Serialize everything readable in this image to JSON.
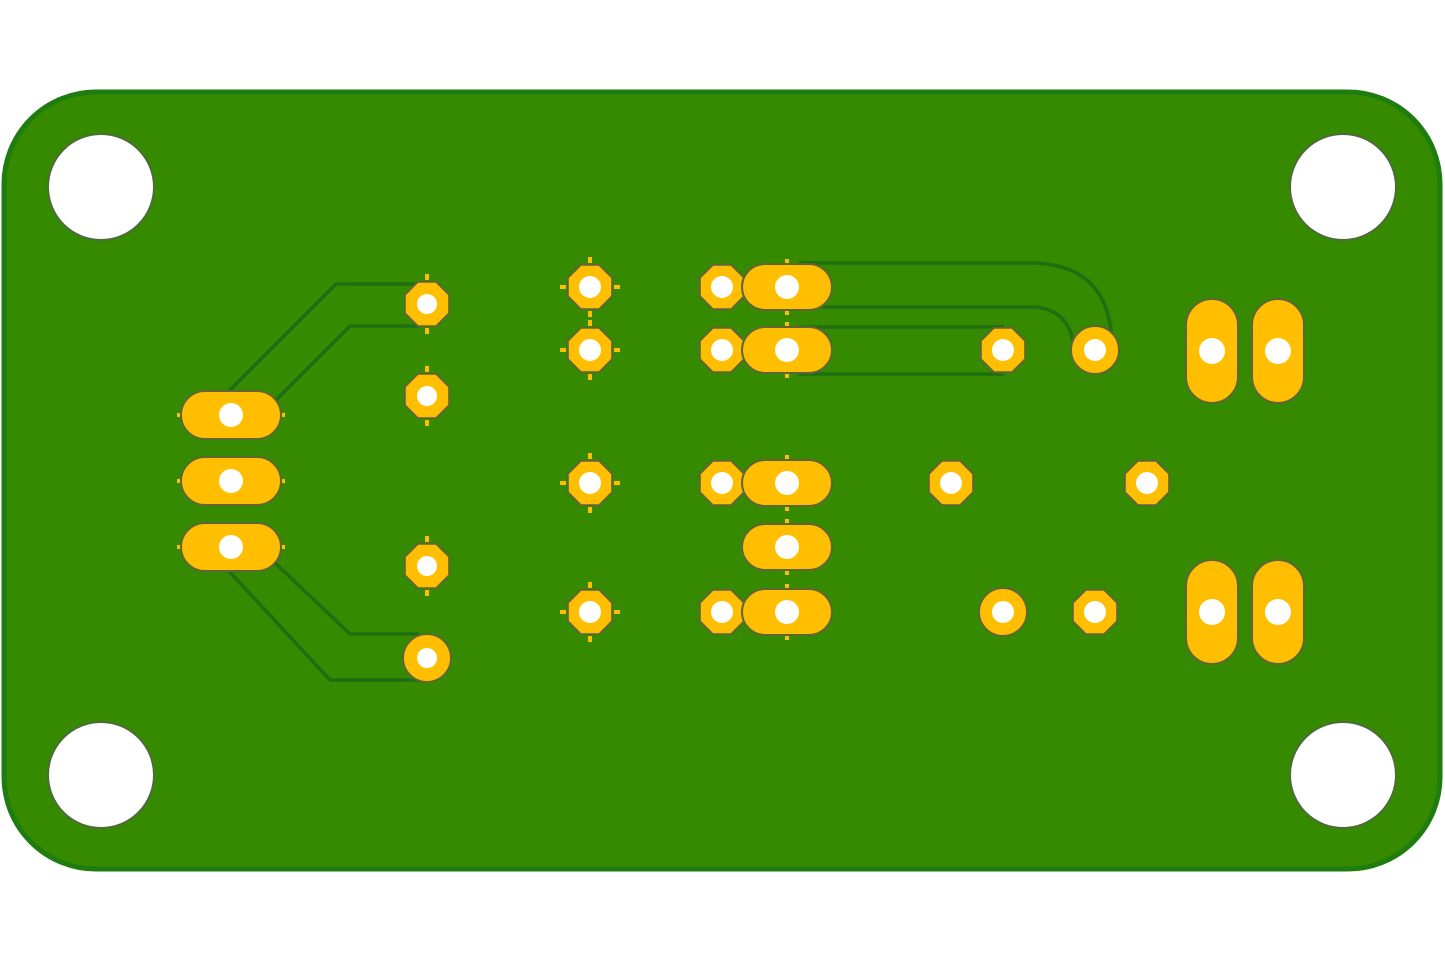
{
  "view": {
    "board_color": "#368a00",
    "board_edge_color": "#1e7d0e",
    "trace_color": "#1f6e12",
    "pad_color": "#ffbf00",
    "pad_outline_color": "#5e6638",
    "hole_color": "#ffffff",
    "background": "#ffffff"
  },
  "board": {
    "mounting_holes": 4,
    "pads": [
      {
        "shape": "round",
        "group": "j1-edge"
      },
      {
        "shape": "octagon"
      }
    ]
  }
}
